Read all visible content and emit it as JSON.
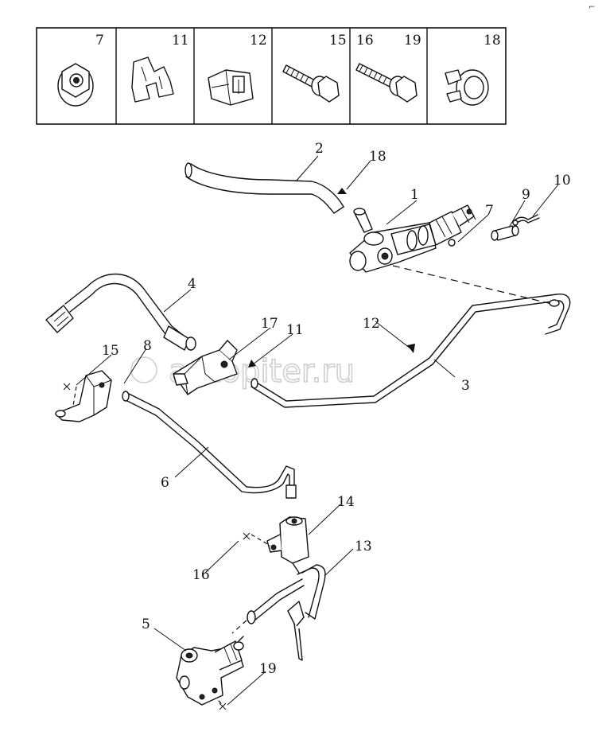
{
  "legend": {
    "cells": [
      {
        "numbers": [
          "7"
        ],
        "icon": "flange-nut-icon"
      },
      {
        "numbers": [
          "11"
        ],
        "icon": "spring-clip-icon"
      },
      {
        "numbers": [
          "12"
        ],
        "icon": "hose-clamp-bracket-icon"
      },
      {
        "numbers": [
          "15"
        ],
        "icon": "flange-bolt-short-icon"
      },
      {
        "numbers": [
          "16",
          "19"
        ],
        "icon": "flange-bolt-long-icon"
      },
      {
        "numbers": [
          "18"
        ],
        "icon": "hose-clamp-icon"
      }
    ]
  },
  "callouts": [
    "1",
    "2",
    "3",
    "4",
    "5",
    "6",
    "7",
    "8",
    "9",
    "10",
    "11",
    "12",
    "13",
    "14",
    "15",
    "16",
    "17",
    "18",
    "19"
  ],
  "watermark": "autopiter.ru",
  "corner_mark": "⌐"
}
